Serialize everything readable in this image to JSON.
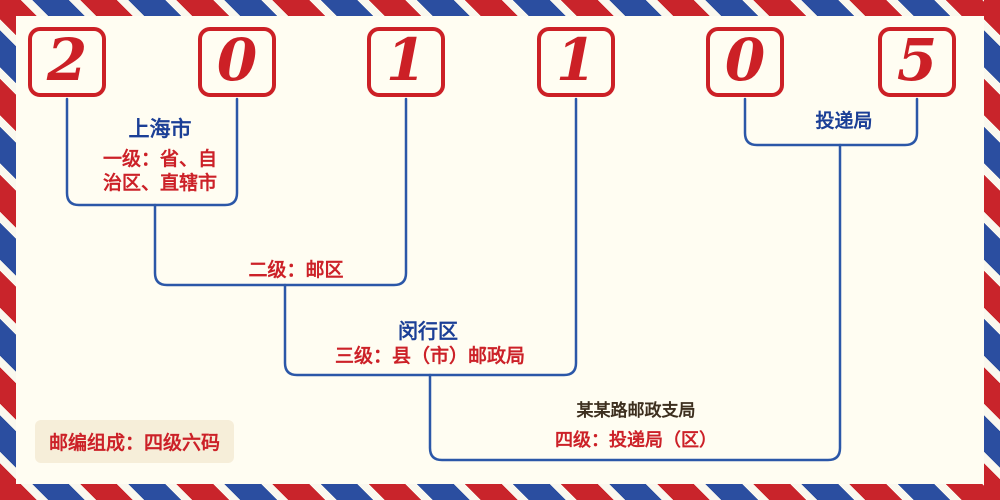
{
  "postal_code": {
    "digits": [
      "2",
      "0",
      "1",
      "1",
      "0",
      "5"
    ]
  },
  "labels": {
    "level1_city": "上海市",
    "level1_desc_line1": "一级：省、自",
    "level1_desc_line2": "治区、直辖市",
    "level2_desc": "二级：邮区",
    "level3_district": "闵行区",
    "level3_desc": "三级：县（市）邮政局",
    "level4_branch": "某某路邮政支局",
    "level4_desc": "四级：投递局（区）",
    "delivery_office": "投递局",
    "footer_note": "邮编组成：四级六码"
  },
  "colors": {
    "digit_red": "#cc2026",
    "label_red": "#cc2128",
    "label_blue": "#1b3f96",
    "line_blue": "#2b57a8",
    "background": "#fffdf2",
    "border_red": "#c9242b",
    "border_blue": "#2b4ea0"
  }
}
